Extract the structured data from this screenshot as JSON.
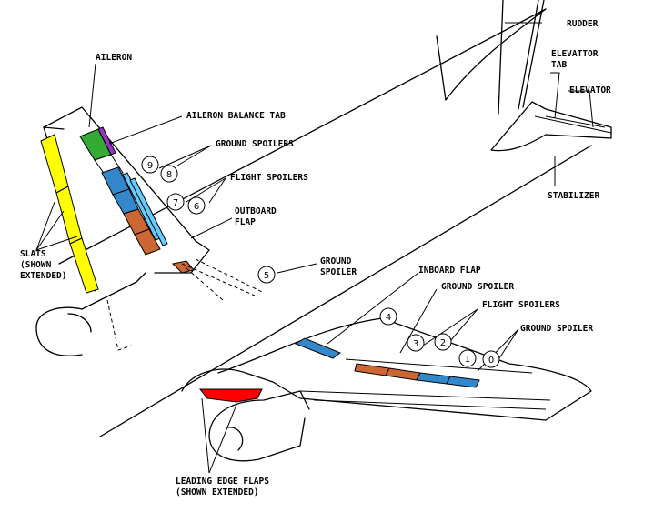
{
  "labels": {
    "rudder": "RUDDER",
    "elevator_tab_1": "ELEVATTOR",
    "elevator_tab_2": "TAB",
    "elevator": "ELEVATOR",
    "stabilizer": "STABILIZER",
    "aileron": "AILERON",
    "aileron_balance_tab": "AILERON BALANCE TAB",
    "ground_spoilers_left": "GROUND SPOILERS",
    "flight_spoilers_left": "FLIGHT SPOILERS",
    "outboard_flap_1": "OUTBOARD",
    "outboard_flap_2": "FLAP",
    "slats_1": "SLATS",
    "slats_2": "(SHOWN",
    "slats_3": "EXTENDED)",
    "ground_spoiler_center_1": "GROUND",
    "ground_spoiler_center_2": "SPOILER",
    "inboard_flap": "INBOARD FLAP",
    "ground_spoiler_right_top": "GROUND SPOILER",
    "flight_spoilers_right": "FLIGHT SPOILERS",
    "ground_spoiler_right": "GROUND SPOILER",
    "leading_edge_flaps_1": "LEADING EDGE FLAPS",
    "leading_edge_flaps_2": "(SHOWN EXTENDED)"
  },
  "spoiler_numbers": [
    "0",
    "1",
    "2",
    "3",
    "4",
    "5",
    "6",
    "7",
    "8",
    "9"
  ],
  "colors": {
    "slats": "#ffff00",
    "aileron": "#33aa33",
    "balance_tab": "#9933cc",
    "flight_spoiler": "#3388cc",
    "ground_spoiler": "#cc6633",
    "leading_edge_flap": "#ff0000",
    "spoiler_cyan": "#66ccff"
  }
}
